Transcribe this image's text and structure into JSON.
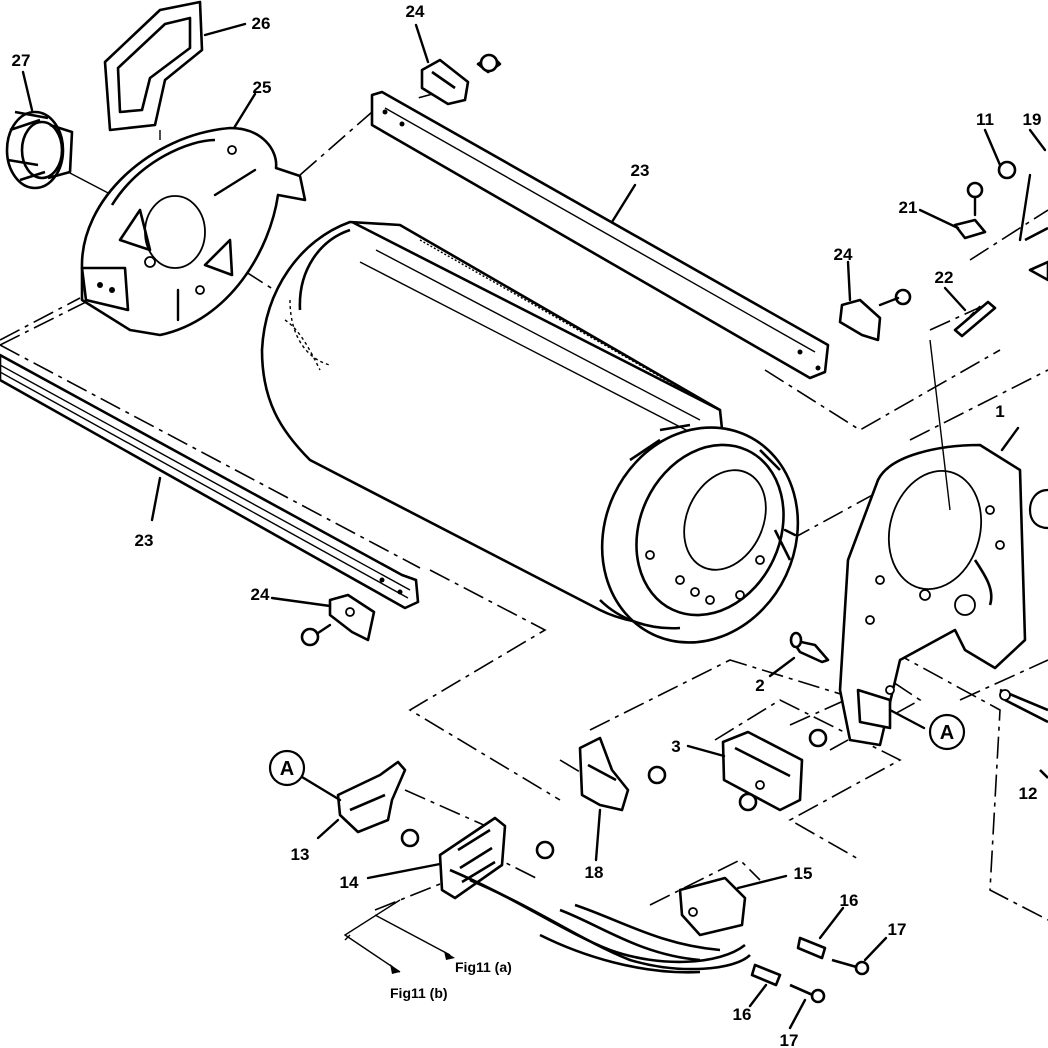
{
  "callouts": {
    "c1": "1",
    "c2": "2",
    "c3": "3",
    "c11": "11",
    "c12": "12",
    "c13": "13",
    "c14": "14",
    "c15": "15",
    "c16a": "16",
    "c16b": "16",
    "c17a": "17",
    "c17b": "17",
    "c18": "18",
    "c19": "19",
    "c21": "21",
    "c22": "22",
    "c23a": "23",
    "c23b": "23",
    "c24a": "24",
    "c24b": "24",
    "c24c": "24",
    "c25": "25",
    "c26": "26",
    "c27": "27"
  },
  "ref_markers": {
    "a1": "A",
    "a2": "A"
  },
  "figure_refs": {
    "fig_a": "Fig11 (a)",
    "fig_b": "Fig11 (b)"
  }
}
